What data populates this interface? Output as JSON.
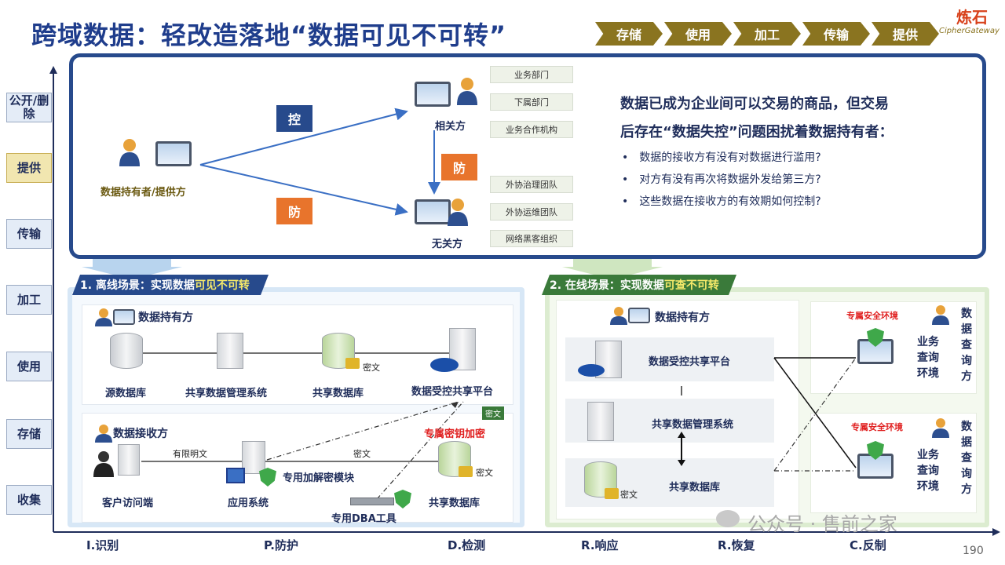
{
  "title": "跨域数据：轻改造落地“数据可见不可转”",
  "chevrons": [
    "存储",
    "使用",
    "加工",
    "传输",
    "提供"
  ],
  "logo": {
    "name": "炼石",
    "sub": "CipherGateway"
  },
  "y_axis": [
    "公开/删除",
    "提供",
    "传输",
    "加工",
    "使用",
    "存储",
    "收集"
  ],
  "x_axis": [
    "I.识别",
    "P.防护",
    "D.检测",
    "R.响应",
    "R.恢复",
    "C.反制"
  ],
  "top": {
    "owner": "数据持有者/提供方",
    "control": "控",
    "protect1": "防",
    "protect2": "防",
    "related": "相关方",
    "unrelated": "无关方",
    "related_tags": [
      "业务部门",
      "下属部门",
      "业务合作机构"
    ],
    "unrelated_tags": [
      "外协治理团队",
      "外协运维团队",
      "网络黑客组织"
    ],
    "headline1": "数据已成为企业间可以交易的商品，但交易",
    "headline2": "后存在“数据失控”问题困扰着数据持有者：",
    "bullets": [
      "数据的接收方有没有对数据进行滥用?",
      "对方有没有再次将数据外发给第三方?",
      "这些数据在接收方的有效期如何控制?"
    ]
  },
  "left": {
    "header_prefix": "1. 离线场景：实现数据",
    "header_hl": "可见不可转",
    "holder": "数据持有方",
    "source_db": "源数据库",
    "mgmt": "共享数据管理系统",
    "shared_db": "共享数据库",
    "platform": "数据受控共享平台",
    "cipher1": "密文",
    "cipher2": "密文",
    "cipher3": "密文",
    "cipher4": "密文",
    "receiver": "数据接收方",
    "exclusive_key": "专属密钥加密",
    "limited_plain": "有限明文",
    "client": "客户访问端",
    "app": "应用系统",
    "crypto_module": "专用加解密模块",
    "recv_db": "共享数据库",
    "dba": "专用DBA工具"
  },
  "right": {
    "header_prefix": "2. 在线场景：实现数据",
    "header_hl": "可查不可转",
    "holder": "数据持有方",
    "platform": "数据受控共享平台",
    "mgmt": "共享数据管理系统",
    "shared_db": "共享数据库",
    "cipher": "密文",
    "env_title1": "专属安全环境",
    "env_title2": "专属安全环境",
    "env_label": [
      "业务",
      "查询",
      "环境"
    ],
    "querier": [
      "数",
      "据",
      "查",
      "询",
      "方"
    ]
  },
  "watermark": "公众号 · 售前之家",
  "page_number": "190",
  "colors": {
    "brand": "#274a8c",
    "gold": "#8a7420",
    "orange": "#e8742c",
    "green": "#3fa84a",
    "red": "#e02020"
  }
}
